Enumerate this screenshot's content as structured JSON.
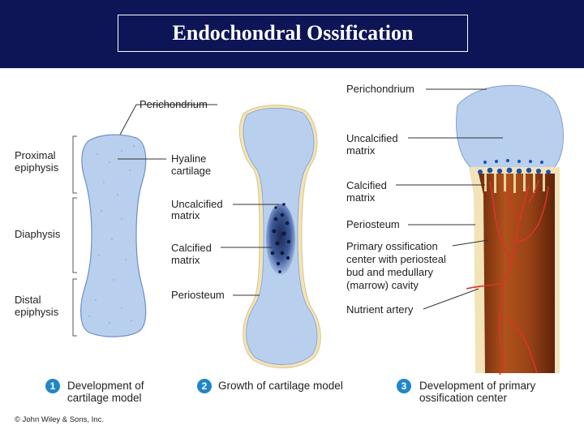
{
  "title": "Endochondral Ossification",
  "panel1": {
    "perichondrium": "Perichondrium",
    "proximal": [
      "Proximal",
      "epiphysis"
    ],
    "hyaline": [
      "Hyaline",
      "cartilage"
    ],
    "diaphysis": "Diaphysis",
    "distal": [
      "Distal",
      "epiphysis"
    ]
  },
  "panel2": {
    "uncalcified": [
      "Uncalcified",
      "matrix"
    ],
    "calcified": [
      "Calcified",
      "matrix"
    ],
    "periosteum": "Periosteum"
  },
  "panel3": {
    "perichondrium": "Perichondrium",
    "uncalcified": [
      "Uncalcified",
      "matrix"
    ],
    "calcified": [
      "Calcified",
      "matrix"
    ],
    "periosteum": "Periosteum",
    "primary": [
      "Primary ossification",
      "center with periosteal",
      "bud and medullary",
      "(marrow) cavity"
    ],
    "nutrient": "Nutrient artery"
  },
  "captions": [
    {
      "num": "1",
      "lines": [
        "Development of",
        "cartilage model"
      ]
    },
    {
      "num": "2",
      "lines": [
        "Growth of cartilage model"
      ]
    },
    {
      "num": "3",
      "lines": [
        "Development of primary",
        "ossification center"
      ]
    }
  ],
  "copyright": "© John Wiley & Sons, Inc.",
  "colors": {
    "header": "#0d1557",
    "cartilage": "#b9cfee",
    "periosteum": "#f2e3b8",
    "bone": "#8a3a14",
    "vessel": "#d9342a",
    "badge": "#1f86c8"
  }
}
